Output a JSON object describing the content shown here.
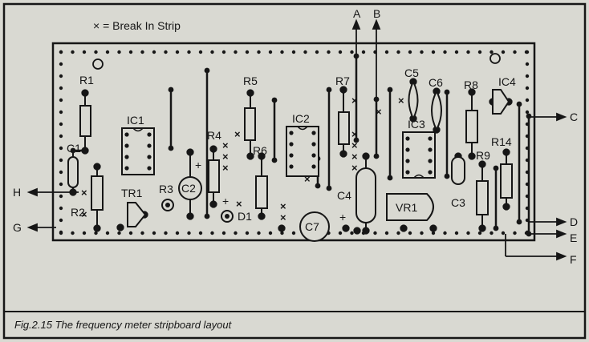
{
  "legend": {
    "text": "× = Break In Strip"
  },
  "caption": "Fig.2.15   The frequency meter stripboard layout",
  "terminals": {
    "a": "A",
    "b": "B",
    "c": "C",
    "d": "D",
    "e": "E",
    "f": "F",
    "g": "G",
    "h": "H"
  },
  "components": {
    "r1": "R1",
    "r2": "R2",
    "r3": "R3",
    "r4": "R4",
    "r5": "R5",
    "r6": "R6",
    "r7": "R7",
    "r8": "R8",
    "r9": "R9",
    "r14": "R14",
    "c1": "C1",
    "c2": "C2",
    "c3": "C3",
    "c4": "C4",
    "c5": "C5",
    "c6": "C6",
    "c7": "C7",
    "ic1": "IC1",
    "ic2": "IC2",
    "ic3": "IC3",
    "ic4": "IC4",
    "tr1": "TR1",
    "d1": "D1",
    "vr1": "VR1",
    "plus": "+"
  },
  "colors": {
    "ink": "#161616",
    "paper": "#d9d9d2"
  }
}
